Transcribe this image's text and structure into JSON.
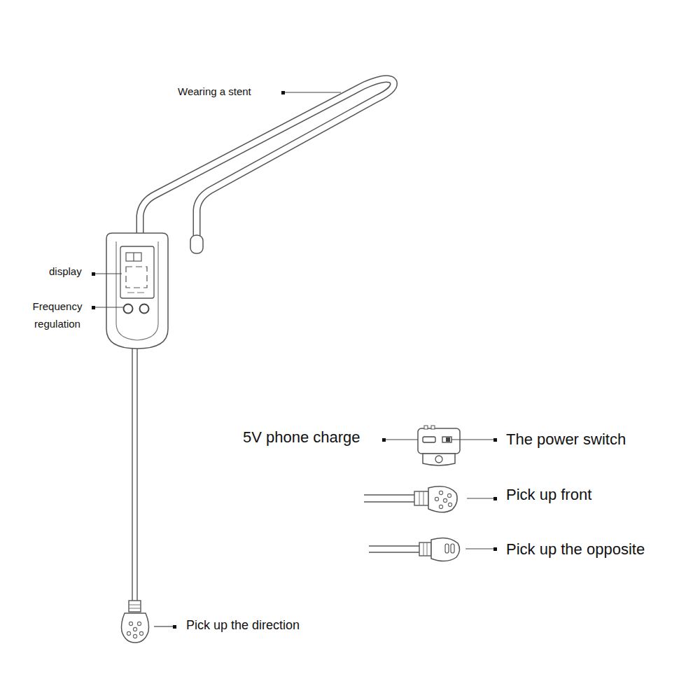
{
  "diagram": {
    "labels": [
      "Wearing a stent",
      "display",
      "Frequency regulation",
      "5V phone charge",
      "The power switch",
      "Pick up front",
      "Pick up the opposite",
      "Pick up the direction"
    ]
  }
}
